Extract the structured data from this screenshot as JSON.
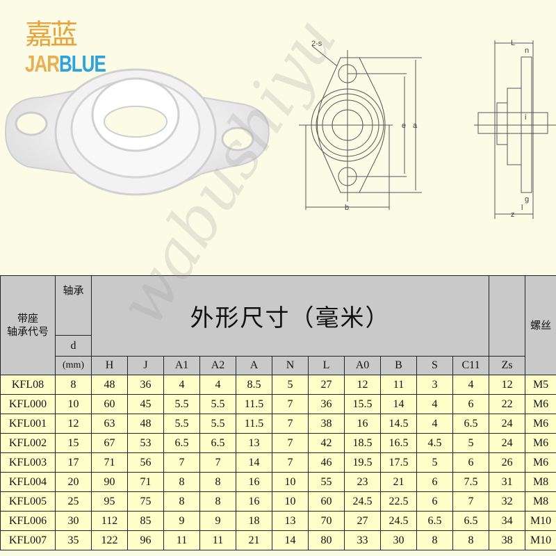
{
  "brand": {
    "logo_cn": "嘉蓝",
    "logo_en_1": "JAR",
    "logo_en_2": "BLUE"
  },
  "watermark": "wabushiyu",
  "diagram": {
    "front_labels": {
      "holes": "2-s",
      "e": "e",
      "a": "a",
      "b": "b"
    },
    "side_labels": {
      "L": "L",
      "n": "n",
      "i": "i",
      "g": "g",
      "l": "l",
      "z": "z"
    }
  },
  "table": {
    "header": {
      "code": "带座\n轴承代号",
      "code_line1": "带座",
      "code_line2": "轴承代号",
      "bearing": "轴承",
      "d": "d",
      "title": "外形尺寸（毫米）",
      "screw": "螺丝",
      "unit": "(mm)",
      "columns": [
        "H",
        "J",
        "A1",
        "A2",
        "A",
        "N",
        "L",
        "A0",
        "B",
        "S",
        "C11",
        "Zs"
      ]
    },
    "rows": [
      [
        "KFL08",
        "8",
        "48",
        "36",
        "4",
        "4",
        "8.5",
        "5",
        "27",
        "12",
        "11",
        "3",
        "4",
        "12",
        "M5"
      ],
      [
        "KFL000",
        "10",
        "60",
        "45",
        "5.5",
        "5.5",
        "11.5",
        "7",
        "36",
        "15.5",
        "14",
        "4",
        "6",
        "22",
        "M6"
      ],
      [
        "KFL001",
        "12",
        "63",
        "48",
        "5.5",
        "5.5",
        "11.5",
        "7",
        "38",
        "16",
        "14.5",
        "4",
        "6.5",
        "24",
        "M6"
      ],
      [
        "KFL002",
        "15",
        "67",
        "53",
        "6.5",
        "6.5",
        "13",
        "7",
        "42",
        "18.5",
        "16.5",
        "4.5",
        "5",
        "24",
        "M6"
      ],
      [
        "KFL003",
        "17",
        "71",
        "56",
        "7",
        "7",
        "14",
        "7",
        "46",
        "19.5",
        "17.5",
        "5",
        "6",
        "26",
        "M6"
      ],
      [
        "KFL004",
        "20",
        "90",
        "71",
        "8",
        "8",
        "16",
        "10",
        "55",
        "23",
        "21",
        "6",
        "7.5",
        "31",
        "M8"
      ],
      [
        "KFL005",
        "25",
        "95",
        "75",
        "8",
        "8",
        "16",
        "10",
        "60",
        "24.5",
        "22.5",
        "6",
        "7",
        "32",
        "M8"
      ],
      [
        "KFL006",
        "30",
        "112",
        "85",
        "9",
        "9",
        "18",
        "13",
        "70",
        "27",
        "24.5",
        "6.5",
        "6.5",
        "34",
        "M10"
      ],
      [
        "KFL007",
        "35",
        "122",
        "96",
        "11",
        "11",
        "21",
        "14",
        "80",
        "33",
        "30",
        "8",
        "8",
        "38",
        "M10"
      ]
    ]
  }
}
